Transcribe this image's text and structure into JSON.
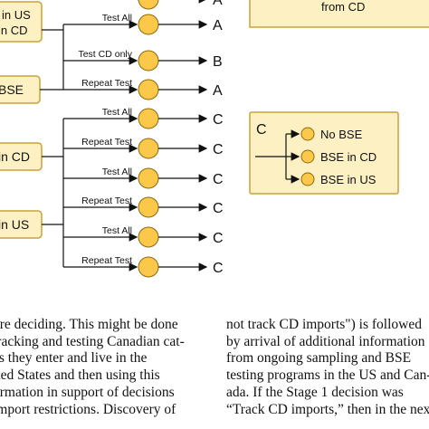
{
  "diagram": {
    "left_boxes": [
      {
        "label_line1": "in US",
        "label_line2": "in CD"
      },
      {
        "label_line1": "BSE",
        "label_line2": ""
      },
      {
        "label_line1": "in CD",
        "label_line2": ""
      },
      {
        "label_line1": "in US",
        "label_line2": ""
      }
    ],
    "branches": [
      {
        "label": "",
        "outcome": "A"
      },
      {
        "label": "Test All",
        "outcome": "A"
      },
      {
        "label": "Test CD only",
        "outcome": "B"
      },
      {
        "label": "Repeat Test",
        "outcome": "A"
      },
      {
        "label": "Test All",
        "outcome": "C"
      },
      {
        "label": "Repeat Test",
        "outcome": "C"
      },
      {
        "label": "Test All",
        "outcome": "C"
      },
      {
        "label": "Repeat Test",
        "outcome": "C"
      },
      {
        "label": "Test All",
        "outcome": "C"
      },
      {
        "label": "Repeat Test",
        "outcome": "C"
      }
    ],
    "legend_top": {
      "text": "from CD"
    },
    "legend_c": {
      "title": "C",
      "items": [
        "No BSE",
        "BSE in CD",
        "BSE in US"
      ]
    },
    "colors": {
      "box_fill": "#fdf1c4",
      "box_border": "#c9a13a",
      "node_fill": "#fcc84a",
      "node_stroke": "#8a6a10"
    }
  },
  "text": {
    "left_column": [
      "ore deciding. This might be done",
      "tracking and testing Canadian cat-",
      "as they enter and live in the",
      "ited States and then using this",
      "ormation in support of decisions",
      "import restrictions. Discovery of"
    ],
    "right_column": [
      "not track CD imports\") is followed",
      "by arrival of additional information",
      "from ongoing sampling and BSE",
      "testing programs in the US and Can-",
      "ada. If the Stage 1 decision was",
      "“Track CD imports,” then in the next"
    ]
  }
}
